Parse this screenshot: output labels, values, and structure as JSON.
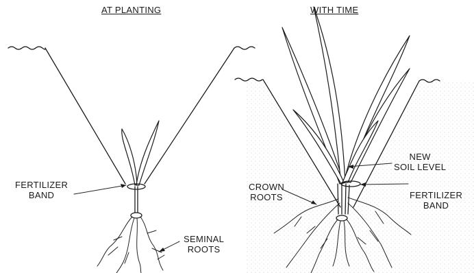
{
  "left_panel": {
    "title": "AT PLANTING",
    "fertilizer_label": [
      "FERTILIZER",
      "BAND"
    ],
    "seminal_label": [
      "SEMINAL",
      "ROOTS"
    ]
  },
  "right_panel": {
    "title": "WITH TIME",
    "new_soil_label": [
      "NEW",
      "SOIL LEVEL"
    ],
    "crown_label": [
      "CROWN",
      "ROOTS"
    ],
    "fertilizer_label": [
      "FERTILIZER",
      "BAND"
    ]
  }
}
